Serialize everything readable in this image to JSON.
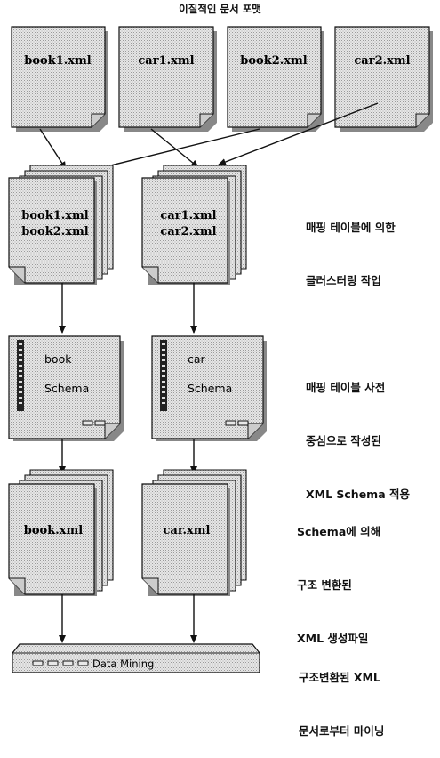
{
  "title": "이질적인 문서 포맷",
  "input_docs": [
    "book1.xml",
    "car1.xml",
    "book2.xml",
    "car2.xml"
  ],
  "cluster_docs": {
    "book": [
      "book1.xml",
      "book2.xml"
    ],
    "car": [
      "car1.xml",
      "car2.xml"
    ]
  },
  "schema_docs": {
    "book": [
      "book",
      "Schema"
    ],
    "car": [
      "car",
      "Schema"
    ]
  },
  "output_docs": [
    "book.xml",
    "car.xml"
  ],
  "mining_label": "Data Mining",
  "steps": [
    [
      "매핑 테이블에 의한",
      "클러스터링 작업"
    ],
    [
      "매핑 테이블 사전",
      "중심으로 작성된",
      "XML Schema 적용"
    ],
    [
      "Schema에 의해",
      "구조 변환된",
      "XML 생성파일"
    ],
    [
      "구조변환된 XML",
      "문서로부터 마이닝"
    ]
  ],
  "colors": {
    "paper": "#d9d9d9",
    "stroke": "#111111",
    "dark": "#222222"
  }
}
